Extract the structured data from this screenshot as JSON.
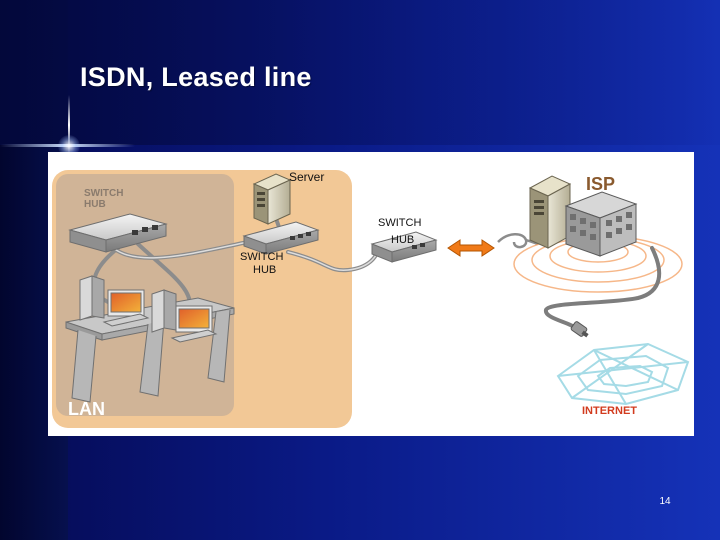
{
  "slide": {
    "title": "ISDN, Leased line",
    "page_number": "14"
  },
  "diagram": {
    "lan_switch_hub_label_line1": "SWITCH",
    "lan_switch_hub_label_line2": "HUB",
    "server_label": "Server",
    "center_switch_hub_label_line1": "SWITCH",
    "center_switch_hub_label_line2": "HUB",
    "right_switch_hub_label_line1": "SWITCH",
    "right_switch_hub_label_line2": "HUB",
    "isp_label": "ISP",
    "internet_label": "INTERNET",
    "lan_label": "LAN",
    "colors": {
      "lan_backdrop": "#f2c896",
      "lan_inner": "#d0b497",
      "isp_text": "#8a5a2e",
      "internet_text": "#d23b1e",
      "link_arrow": "#f07a18",
      "web": "#a5dbe6",
      "isp_waves": "#f3a062"
    }
  }
}
